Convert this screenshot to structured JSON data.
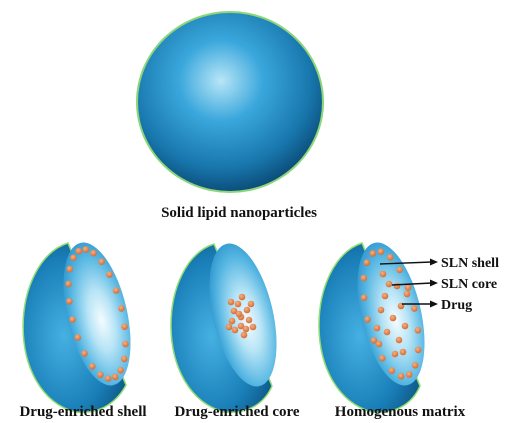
{
  "title": "Solid lipid nanoparticles",
  "models": [
    {
      "label": "Drug-enriched shell"
    },
    {
      "label": "Drug-enriched core"
    },
    {
      "label": "Homogenous matrix"
    }
  ],
  "annotations": [
    {
      "label": "SLN shell"
    },
    {
      "label": "SLN core"
    },
    {
      "label": "Drug"
    }
  ],
  "colors": {
    "particle": "#1e8fc4",
    "particle_dark": "#0b4f7e",
    "particle_highlight": "#bfeaf8",
    "rim": "#9ee07a",
    "drug": "#e0834a",
    "text": "#111111"
  }
}
